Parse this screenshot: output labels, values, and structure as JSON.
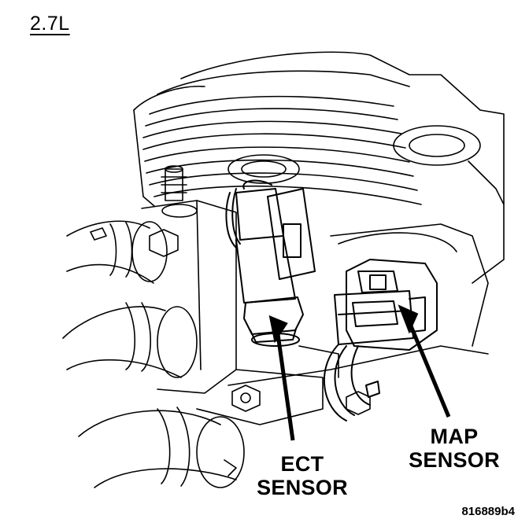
{
  "figure": {
    "engine_label": "2.7L",
    "callouts": {
      "ect": [
        "ECT",
        "SENSOR"
      ],
      "map": [
        "MAP",
        "SENSOR"
      ]
    },
    "figure_id": "816889b4"
  }
}
